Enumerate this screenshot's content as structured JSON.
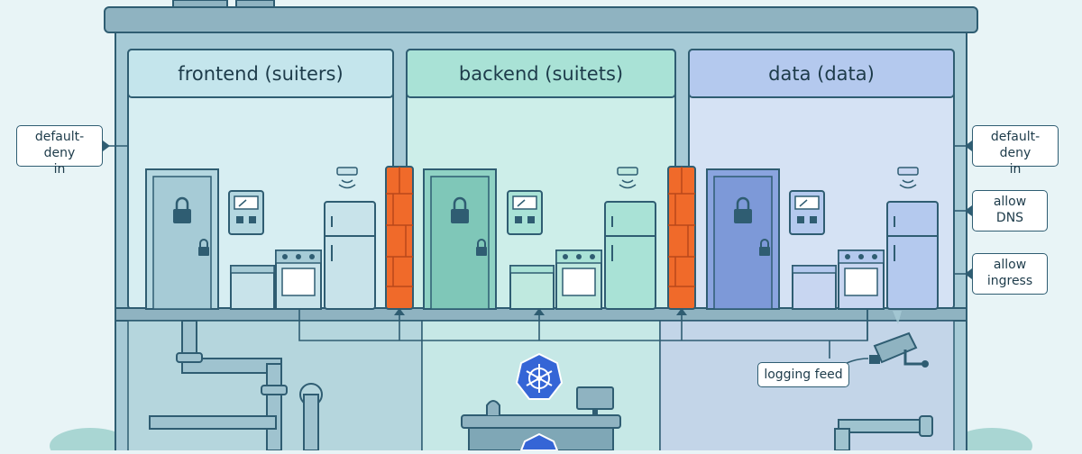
{
  "rooms": [
    {
      "title": "frontend (suiters)",
      "fill": "#d7eef2",
      "header_fill": "#c4e5ec"
    },
    {
      "title": "backend (suitets)",
      "fill": "#cdeee9",
      "header_fill": "#a9e2d6"
    },
    {
      "title": "data (data)",
      "fill": "#d5e2f4",
      "header_fill": "#b4c9ee"
    }
  ],
  "policies": {
    "left_default_deny": "default-deny\nin",
    "right_default_deny": "default-deny\nin",
    "allow_dns": "allow\nDNS",
    "allow_ingress": "allow\ningress"
  },
  "logging": {
    "label": "logging feed"
  },
  "colors": {
    "outline": "#2f5d72",
    "building": "#a6cad6",
    "firewall": "#f06a2a",
    "kubernetes": "#3565d6"
  }
}
